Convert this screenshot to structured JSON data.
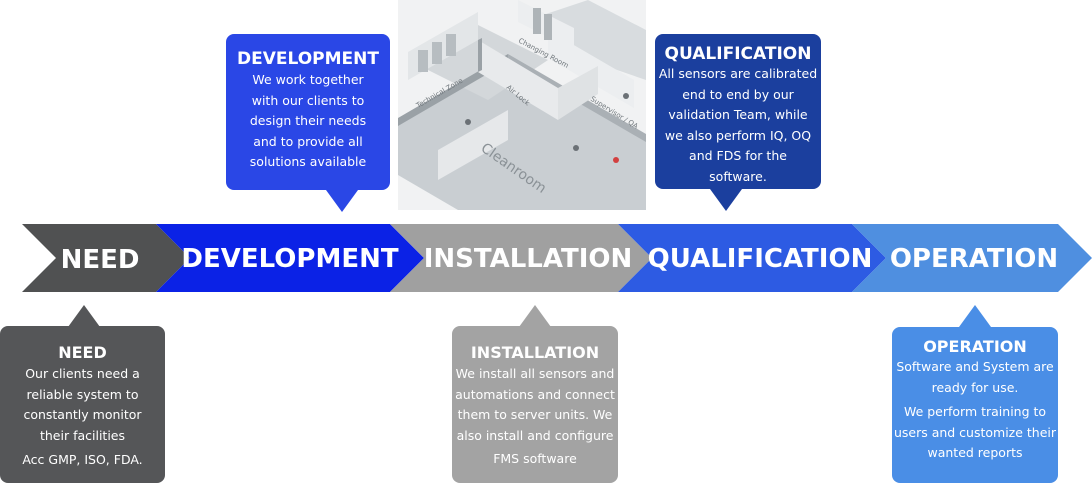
{
  "stages": [
    {
      "label": "NEED",
      "color": "#505152"
    },
    {
      "label": "DEVELOPMENT",
      "color": "#0b22e6"
    },
    {
      "label": "INSTALLATION",
      "color": "#a0a0a0"
    },
    {
      "label": "QUALIFICATION",
      "color": "#2d5be3"
    },
    {
      "label": "OPERATION",
      "color": "#4f8fe0"
    }
  ],
  "callouts": {
    "need": {
      "title": "NEED",
      "color": "#555658",
      "lines": [
        "Our clients need a",
        "reliable system to",
        "constantly monitor",
        "their facilities",
        "Acc GMP, ISO, FDA."
      ]
    },
    "development": {
      "title": "DEVELOPMENT",
      "color": "#2a47e6",
      "lines": [
        "We work together",
        "with our clients to",
        "design their needs",
        "and to provide all",
        "solutions available"
      ]
    },
    "installation": {
      "title": "INSTALLATION",
      "color": "#a3a3a3",
      "lines": [
        "We install all sensors and",
        "automations and connect",
        "them to server units. We",
        "also install and configure",
        "FMS software"
      ]
    },
    "qualification": {
      "title": "QUALIFICATION",
      "color": "#1b3f9e",
      "lines": [
        "All sensors are calibrated",
        "end to end by our",
        "validation Team, while",
        "we also perform IQ, OQ",
        "and FDS for the",
        "software."
      ]
    },
    "operation": {
      "title": "OPERATION",
      "color": "#4a8ee6",
      "lines": [
        "Software and System are",
        "ready for use.",
        "We perform training to",
        "users and customize their",
        "wanted reports"
      ]
    }
  },
  "floorplan": {
    "labels": [
      "Changing Room",
      "Technical Zone",
      "Air Lock",
      "Supervisor / QA",
      "Cleanroom"
    ],
    "wall_color": "#e6e8ea",
    "floor_color": "#c8cdd1"
  }
}
